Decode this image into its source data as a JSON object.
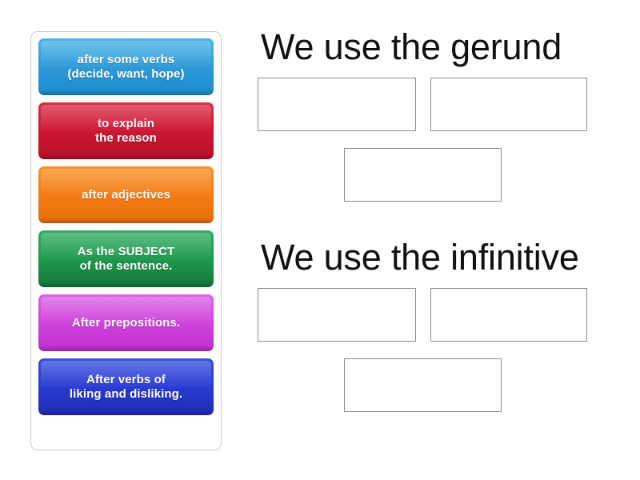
{
  "activity": {
    "type": "group-sort",
    "tile_panel": {
      "name": "draggable-answers",
      "tiles": [
        {
          "id": "tile-1",
          "label": "after some verbs\n(decide, want, hope)",
          "color": "#2f9ad9",
          "color_name": "blue"
        },
        {
          "id": "tile-2",
          "label": "to explain\nthe reason",
          "color": "#cf1733",
          "color_name": "red"
        },
        {
          "id": "tile-3",
          "label": "after adjectives",
          "color": "#f57c14",
          "color_name": "orange"
        },
        {
          "id": "tile-4",
          "label": "As the SUBJECT\nof the sentence.",
          "color": "#1f9a4e",
          "color_name": "green"
        },
        {
          "id": "tile-5",
          "label": "After prepositions.",
          "color": "#d044dc",
          "color_name": "purple"
        },
        {
          "id": "tile-6",
          "label": "After verbs of\nliking and disliking.",
          "color": "#2a3cd4",
          "color_name": "navy"
        }
      ]
    },
    "groups": [
      {
        "id": "group-gerund",
        "title": "We use the gerund",
        "dropzones": [
          {
            "id": "gerund-slot-1",
            "value": ""
          },
          {
            "id": "gerund-slot-2",
            "value": ""
          },
          {
            "id": "gerund-slot-3",
            "value": ""
          }
        ]
      },
      {
        "id": "group-infinitive",
        "title": "We use the infinitive",
        "dropzones": [
          {
            "id": "infinitive-slot-1",
            "value": ""
          },
          {
            "id": "infinitive-slot-2",
            "value": ""
          },
          {
            "id": "infinitive-slot-3",
            "value": ""
          }
        ]
      }
    ],
    "colors": {
      "page_background": "#ffffff",
      "panel_border": "#c9c9c9",
      "dropzone_border": "#8d8d8d",
      "title_text": "#111111",
      "tile_text": "#ffffff"
    }
  }
}
